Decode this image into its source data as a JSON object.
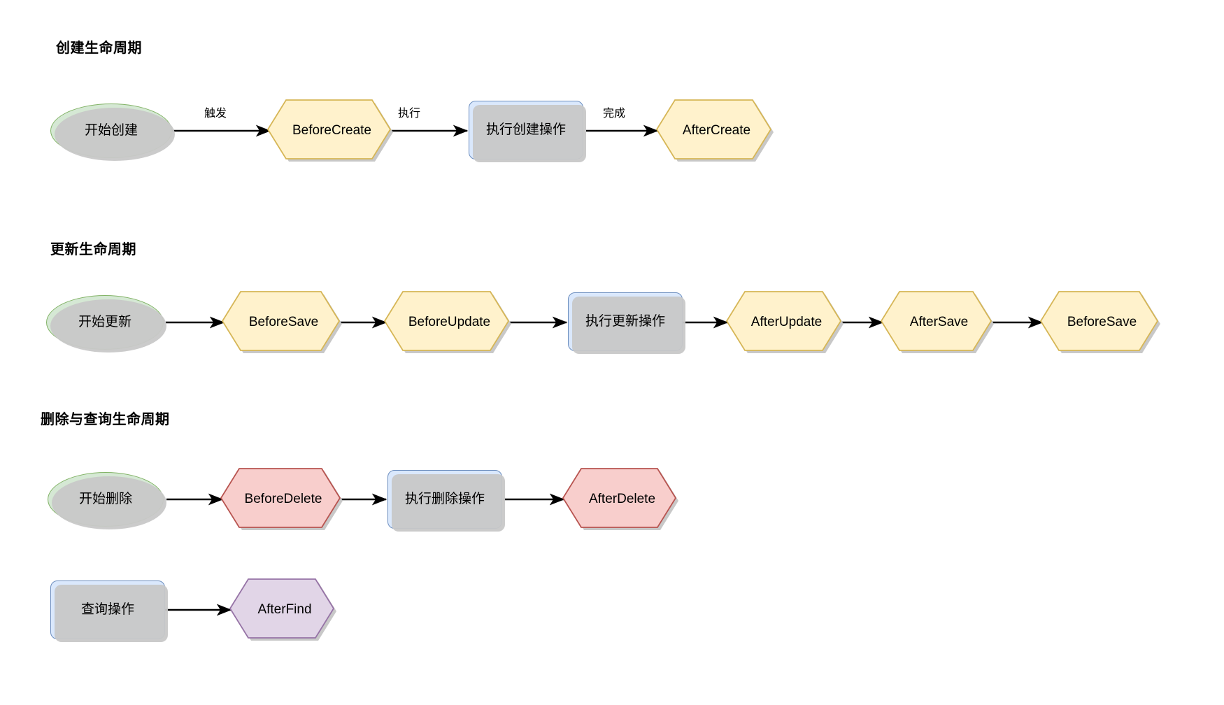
{
  "diagram": {
    "title_font_color": "#000000",
    "background": "#ffffff",
    "palette": {
      "green_fill": "#d5e8d4",
      "green_stroke": "#82b366",
      "yellow_fill": "#fff2cc",
      "yellow_stroke": "#d6b656",
      "blue_fill": "#dae8fc",
      "blue_stroke": "#6c8ebf",
      "red_fill": "#f8cecc",
      "red_stroke": "#b85450",
      "purple_fill": "#e1d5e7",
      "purple_stroke": "#9673a6",
      "shadow": "#c8c8c8",
      "edge": "#000000"
    },
    "sections": [
      {
        "id": "create",
        "title": "创建生命周期"
      },
      {
        "id": "update",
        "title": "更新生命周期"
      },
      {
        "id": "delete_query",
        "title": "删除与查询生命周期"
      }
    ],
    "nodes": [
      {
        "id": "start_create",
        "label": "开始创建",
        "shape": "ellipse",
        "color": "green"
      },
      {
        "id": "before_create",
        "label": "BeforeCreate",
        "shape": "hexagon",
        "color": "yellow"
      },
      {
        "id": "do_create",
        "label": "执行创建操作",
        "shape": "rect",
        "color": "blue"
      },
      {
        "id": "after_create",
        "label": "AfterCreate",
        "shape": "hexagon",
        "color": "yellow"
      },
      {
        "id": "start_update",
        "label": "开始更新",
        "shape": "ellipse",
        "color": "green"
      },
      {
        "id": "before_save_1",
        "label": "BeforeSave",
        "shape": "hexagon",
        "color": "yellow"
      },
      {
        "id": "before_update",
        "label": "BeforeUpdate",
        "shape": "hexagon",
        "color": "yellow"
      },
      {
        "id": "do_update",
        "label": "执行更新操作",
        "shape": "rect",
        "color": "blue"
      },
      {
        "id": "after_update",
        "label": "AfterUpdate",
        "shape": "hexagon",
        "color": "yellow"
      },
      {
        "id": "after_save",
        "label": "AfterSave",
        "shape": "hexagon",
        "color": "yellow"
      },
      {
        "id": "before_save_2",
        "label": "BeforeSave",
        "shape": "hexagon",
        "color": "yellow"
      },
      {
        "id": "start_delete",
        "label": "开始删除",
        "shape": "ellipse",
        "color": "green"
      },
      {
        "id": "before_delete",
        "label": "BeforeDelete",
        "shape": "hexagon",
        "color": "red"
      },
      {
        "id": "do_delete",
        "label": "执行删除操作",
        "shape": "rect",
        "color": "blue"
      },
      {
        "id": "after_delete",
        "label": "AfterDelete",
        "shape": "hexagon",
        "color": "red"
      },
      {
        "id": "query_op",
        "label": "查询操作",
        "shape": "rect",
        "color": "blue"
      },
      {
        "id": "after_find",
        "label": "AfterFind",
        "shape": "hexagon",
        "color": "purple"
      }
    ],
    "edges": [
      {
        "from": "start_create",
        "to": "before_create",
        "label": "触发"
      },
      {
        "from": "before_create",
        "to": "do_create",
        "label": "执行"
      },
      {
        "from": "do_create",
        "to": "after_create",
        "label": "完成"
      },
      {
        "from": "start_update",
        "to": "before_save_1",
        "label": ""
      },
      {
        "from": "before_save_1",
        "to": "before_update",
        "label": ""
      },
      {
        "from": "before_update",
        "to": "do_update",
        "label": ""
      },
      {
        "from": "do_update",
        "to": "after_update",
        "label": ""
      },
      {
        "from": "after_update",
        "to": "after_save",
        "label": ""
      },
      {
        "from": "after_save",
        "to": "before_save_2",
        "label": ""
      },
      {
        "from": "start_delete",
        "to": "before_delete",
        "label": ""
      },
      {
        "from": "before_delete",
        "to": "do_delete",
        "label": ""
      },
      {
        "from": "do_delete",
        "to": "after_delete",
        "label": ""
      },
      {
        "from": "query_op",
        "to": "after_find",
        "label": ""
      }
    ]
  }
}
